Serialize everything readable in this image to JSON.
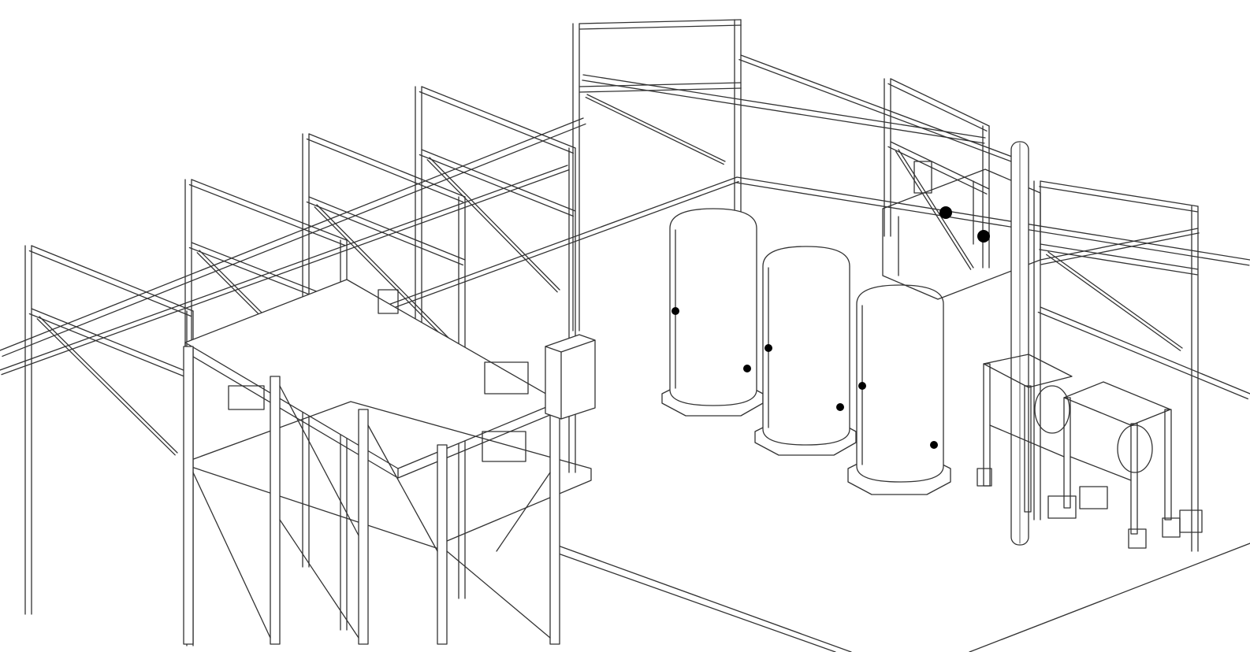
{
  "scene": {
    "title": "",
    "colors": {
      "background": "#ffffff",
      "line": "#333333"
    },
    "components": [
      "steel-pipe-rack-frames",
      "elevated-platform-structure",
      "vertical-storage-tank-1",
      "vertical-storage-tank-2",
      "vertical-storage-tank-3",
      "pump-skid-assembly",
      "vertical-pipe-column",
      "filter-skid-frames",
      "electrical-cabinet",
      "ground-slab"
    ]
  }
}
